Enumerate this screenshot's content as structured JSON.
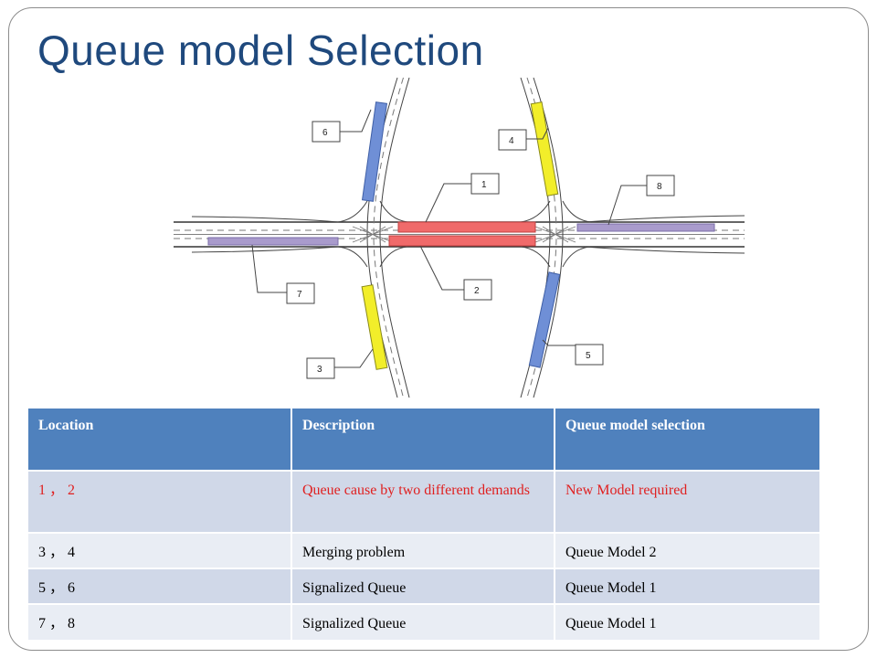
{
  "slide": {
    "title": "Queue model Selection"
  },
  "diagram": {
    "callouts": {
      "c1": "1",
      "c2": "2",
      "c3": "3",
      "c4": "4",
      "c5": "5",
      "c6": "6",
      "c7": "7",
      "c8": "8"
    },
    "colors": {
      "red_zone": "#f06a6a",
      "yellow_zone": "#f2ee2a",
      "blue_zone": "#6f8fd6",
      "purple_zone": "#a99bcc"
    }
  },
  "table": {
    "headers": {
      "location": "Location",
      "description": "Description",
      "model": "Queue model selection"
    },
    "rows": [
      {
        "location": "1 ， 2",
        "description": "Queue cause by two different demands",
        "model": "New Model required"
      },
      {
        "location": "3 ， 4",
        "description": "Merging problem",
        "model": "Queue Model 2"
      },
      {
        "location": "5 ， 6",
        "description": "Signalized Queue",
        "model": "Queue Model 1"
      },
      {
        "location": "7 ， 8",
        "description": "Signalized Queue",
        "model": "Queue Model 1"
      }
    ],
    "colors": {
      "header_bg": "#4f81bd",
      "row_odd": "#d0d8e8",
      "row_even": "#e9edf4",
      "highlight_text": "#e02020"
    }
  }
}
